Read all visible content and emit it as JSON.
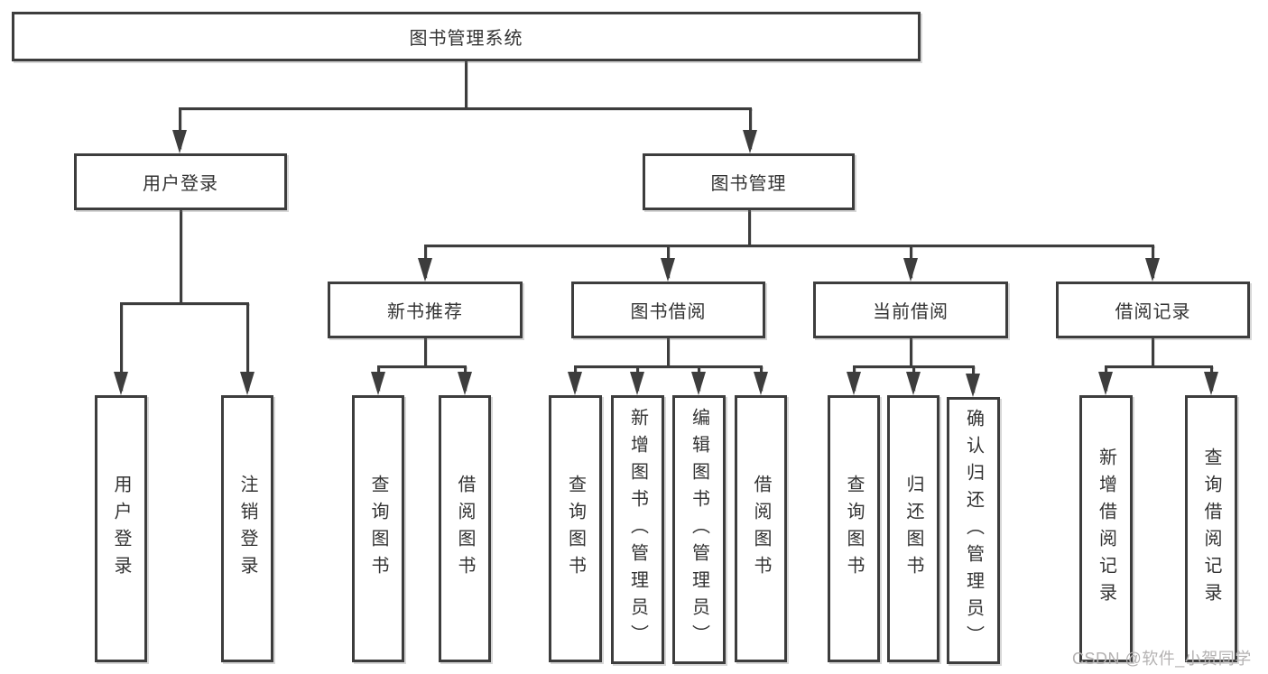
{
  "diagram": {
    "root": {
      "label": "图书管理系统"
    },
    "branches": {
      "user_login": {
        "label": "用户登录",
        "children": {
          "login": {
            "label": "用户登录"
          },
          "logout": {
            "label": "注销登录"
          }
        }
      },
      "book_mgmt": {
        "label": "图书管理",
        "children": {
          "new_book_rec": {
            "label": "新书推荐",
            "children": {
              "query_book": {
                "label": "查询图书"
              },
              "borrow_book": {
                "label": "借阅图书"
              }
            }
          },
          "book_borrow": {
            "label": "图书借阅",
            "children": {
              "query_book": {
                "label": "查询图书"
              },
              "add_book": {
                "label": "新增图书（管理员）"
              },
              "edit_book": {
                "label": "编辑图书（管理员）"
              },
              "borrow_book": {
                "label": "借阅图书"
              }
            }
          },
          "current_borrow": {
            "label": "当前借阅",
            "children": {
              "query_book": {
                "label": "查询图书"
              },
              "return_book": {
                "label": "归还图书"
              },
              "confirm_return": {
                "label": "确认归还（管理员）"
              }
            }
          },
          "borrow_records": {
            "label": "借阅记录",
            "children": {
              "add_record": {
                "label": "新增借阅记录"
              },
              "query_record": {
                "label": "查询借阅记录"
              }
            }
          }
        }
      }
    }
  },
  "watermark": {
    "text": "CSDN @软件_小贺同学"
  },
  "colors": {
    "line": "#3d3d3d",
    "text": "#333333",
    "watermark": "#b4b2b2",
    "box_background": "#ffffff"
  }
}
